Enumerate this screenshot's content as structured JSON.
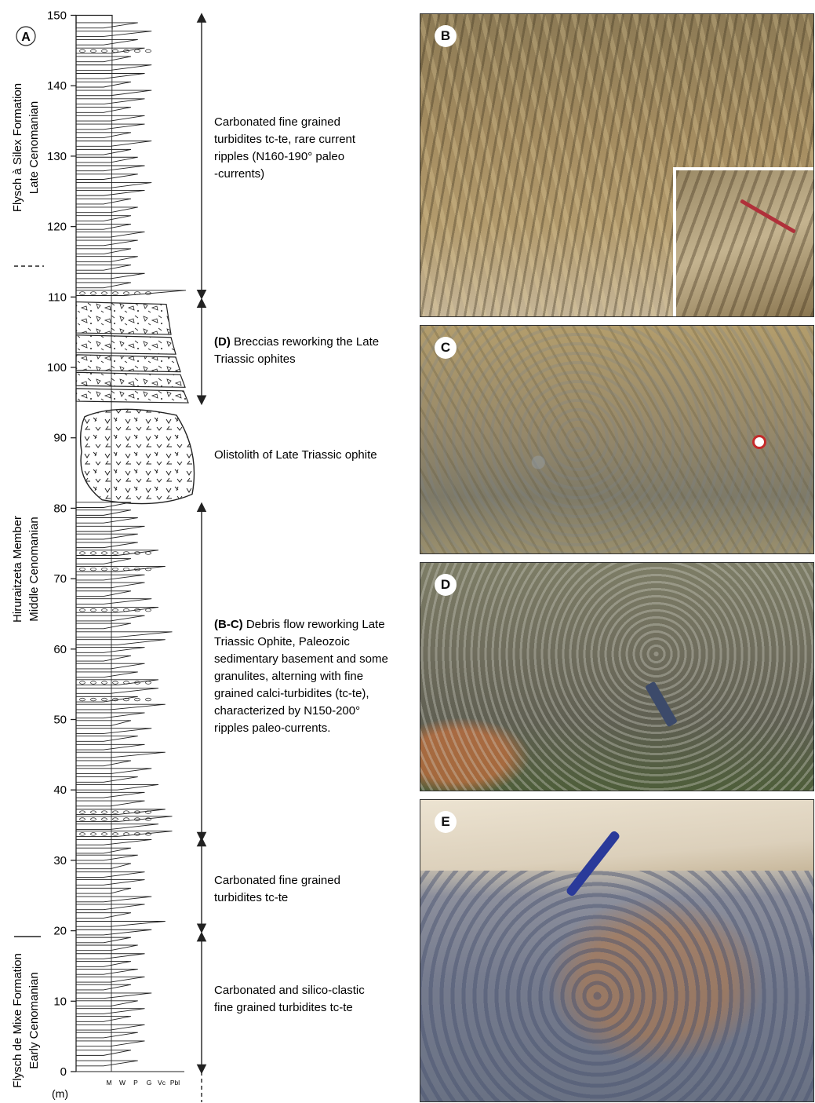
{
  "figure": {
    "column_label": "A",
    "unit_label": "(m)",
    "depth_ticks": [
      "0",
      "10",
      "20",
      "30",
      "40",
      "50",
      "60",
      "70",
      "80",
      "90",
      "100",
      "110",
      "120",
      "130",
      "140",
      "150"
    ],
    "grain_scale": [
      "M",
      "W",
      "P",
      "G",
      "Vc",
      "Pbl"
    ],
    "formations": [
      {
        "name": "Flysch à Silex Formation",
        "age": "Late Cenomanian"
      },
      {
        "name": "Hiruraitzeta Member",
        "age": "Middle Cenomanian"
      },
      {
        "name": "Flysch de Mixe Formation",
        "age": "Early Cenomanian"
      }
    ],
    "descriptions": [
      {
        "ref": "",
        "lines": [
          "Carbonated fine grained",
          "turbidites tc-te, rare current",
          "ripples (N160-190° paleo",
          "-currents)"
        ]
      },
      {
        "ref": "(D)",
        "lines": [
          " Breccias reworking the Late",
          "Triassic ophites"
        ]
      },
      {
        "ref": "",
        "lines": [
          "Olistolith of Late Triassic ophite"
        ]
      },
      {
        "ref": "(B-C)",
        "lines": [
          " Debris flow reworking Late",
          "Triassic Ophite, Paleozoic",
          "sedimentary basement and some",
          "granulites, alterning with fine",
          "grained calci-turbidites (tc-te),",
          "characterized by N150-200°",
          "ripples paleo-currents."
        ]
      },
      {
        "ref": "",
        "lines": [
          "Carbonated fine grained",
          "turbidites tc-te"
        ]
      },
      {
        "ref": "",
        "lines": [
          "Carbonated and silico-clastic",
          "fine grained turbidites tc-te"
        ]
      }
    ],
    "photos": [
      {
        "label": "B"
      },
      {
        "label": "C"
      },
      {
        "label": "D"
      },
      {
        "label": "E"
      }
    ],
    "colors": {
      "line": "#222222",
      "paper": "#ffffff"
    }
  }
}
